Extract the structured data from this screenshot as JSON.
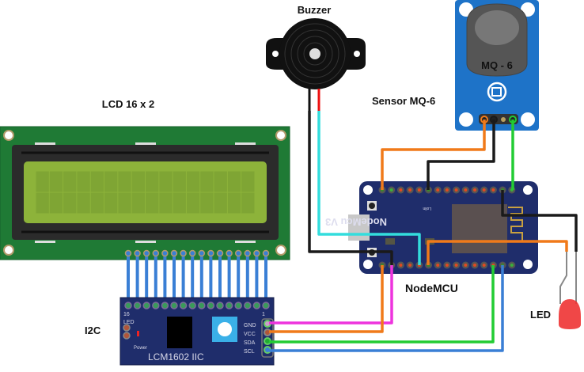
{
  "diagram": {
    "title": "Gas leak detector circuit (NodeMCU + MQ-6)",
    "labels": {
      "buzzer": "Buzzer",
      "lcd": "LCD 16 x 2",
      "sensor": "Sensor MQ-6",
      "nodemcu": "NodeMCU",
      "led": "LED",
      "i2c": "I2C"
    },
    "components": {
      "sensor_marking": "MQ - 6",
      "nodemcu_silkscreen": "NodeMcu V3",
      "nodemcu_sub": "Lolin",
      "i2c_board_text": "LCM1602 IIC",
      "i2c_pin_16": "16",
      "i2c_pin_1": "1",
      "i2c_led": "LED",
      "i2c_power": "Power",
      "i2c_pins": [
        "GND",
        "VCC",
        "SDA",
        "SCL"
      ],
      "lcd_columns": 16,
      "lcd_rows": 2,
      "lcd_pin_count": 16
    },
    "colors": {
      "wire_orange": "#f07a1a",
      "wire_black": "#1a1a1a",
      "wire_green": "#22cc33",
      "wire_cyan": "#33dddd",
      "wire_magenta": "#ee33dd",
      "wire_blue": "#3a7fd5",
      "wire_red": "#ee1111",
      "pcb_blue": "#1e73c8",
      "nodemcu_navy": "#1f2d6b",
      "lcd_green": "#1f7a35",
      "lcd_screen": "#8db33a"
    }
  }
}
